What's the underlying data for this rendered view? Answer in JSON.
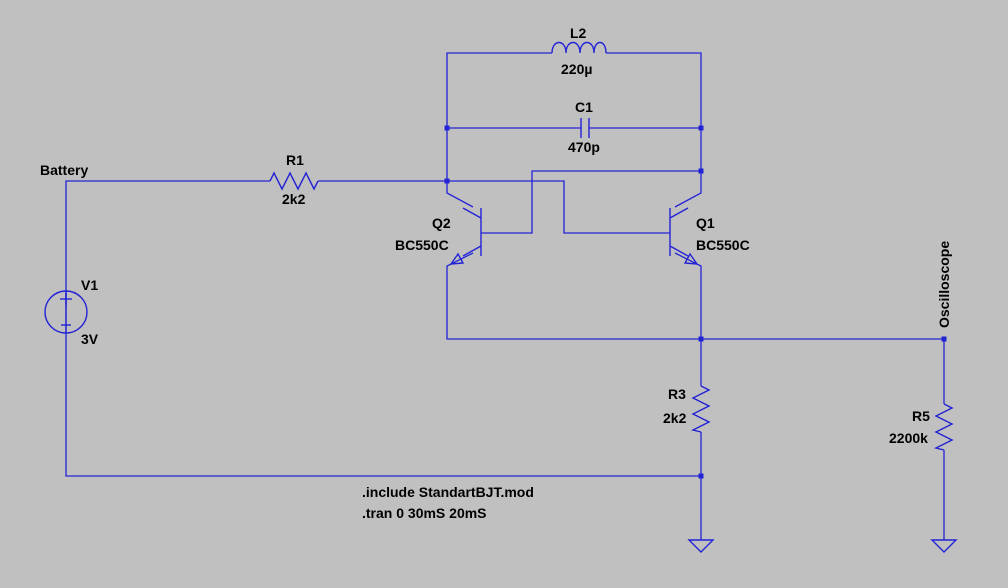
{
  "colors": {
    "background": "#c0c0c0",
    "wire": "#2323d6",
    "text": "#000000"
  },
  "components": {
    "l2": {
      "name": "L2",
      "value": "220µ"
    },
    "c1": {
      "name": "C1",
      "value": "470p"
    },
    "r1": {
      "name": "R1",
      "value": "2k2"
    },
    "q2": {
      "name": "Q2",
      "model": "BC550C"
    },
    "q1": {
      "name": "Q1",
      "model": "BC550C"
    },
    "v1": {
      "name": "V1",
      "value": "3V"
    },
    "r3": {
      "name": "R3",
      "value": "2k2"
    },
    "r5": {
      "name": "R5",
      "value": "2200k"
    }
  },
  "net_labels": {
    "battery": "Battery",
    "oscilloscope": "Oscilloscope"
  },
  "directives": [
    ".include StandartBJT.mod",
    ".tran 0 30mS 20mS"
  ]
}
